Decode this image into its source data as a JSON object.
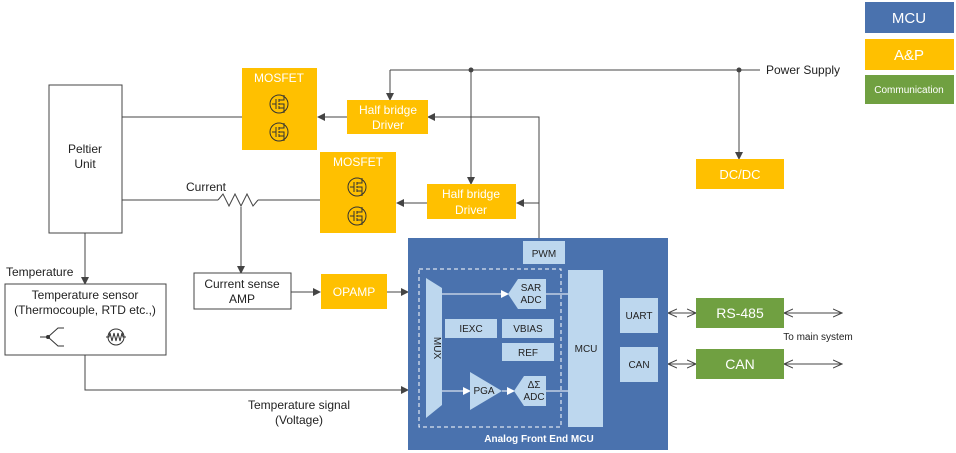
{
  "legend": {
    "mcu": "MCU",
    "ap": "A&P",
    "communication": "Communication"
  },
  "colors": {
    "mcu_blue": "#4a72ae",
    "ap_orange": "#ffc000",
    "comm_green": "#70a041",
    "light_blue": "#bdd7ee"
  },
  "labels": {
    "power_supply": "Power Supply",
    "peltier_1": "Peltier",
    "peltier_2": "Unit",
    "mosfet_top": "MOSFET",
    "mosfet_bottom": "MOSFET",
    "hb_top_1": "Half bridge",
    "hb_top_2": "Driver",
    "hb_bottom_1": "Half bridge",
    "hb_bottom_2": "Driver",
    "dcdc": "DC/DC",
    "current": "Current",
    "temperature": "Temperature",
    "temp_sensor_1": "Temperature sensor",
    "temp_sensor_2": "(Thermocouple, RTD etc.,)",
    "current_sense_1": "Current sense",
    "current_sense_2": "AMP",
    "opamp": "OPAMP",
    "pwm": "PWM",
    "sar_1": "SAR",
    "sar_2": "ADC",
    "mux": "MUX",
    "iexc": "IEXC",
    "vbias": "VBIAS",
    "ref": "REF",
    "pga": "PGA",
    "ds_1": "ΔΣ",
    "ds_2": "ADC",
    "mcu_core": "MCU",
    "uart": "UART",
    "can_port": "CAN",
    "afe_title": "Analog Front End MCU",
    "rs485": "RS-485",
    "can": "CAN",
    "to_main": "To main system",
    "temp_signal_1": "Temperature signal",
    "temp_signal_2": "(Voltage)"
  }
}
